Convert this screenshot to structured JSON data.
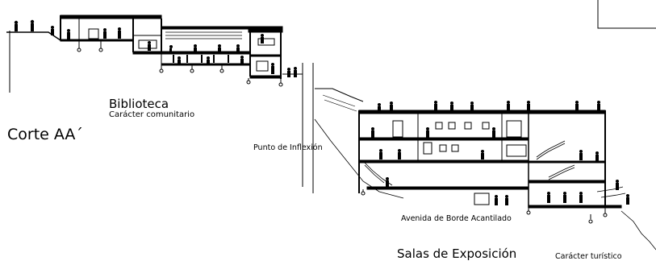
{
  "labels": {
    "biblioteca_title": "Biblioteca",
    "biblioteca_sub": "Carácter comunitario",
    "section_title": "Corte AA´",
    "inflexion": "Punto de Inflexión",
    "avenida": "Avenida de Borde Acantilado",
    "salas_title": "Salas de Exposición",
    "salas_sub": "Carácter turístico"
  }
}
